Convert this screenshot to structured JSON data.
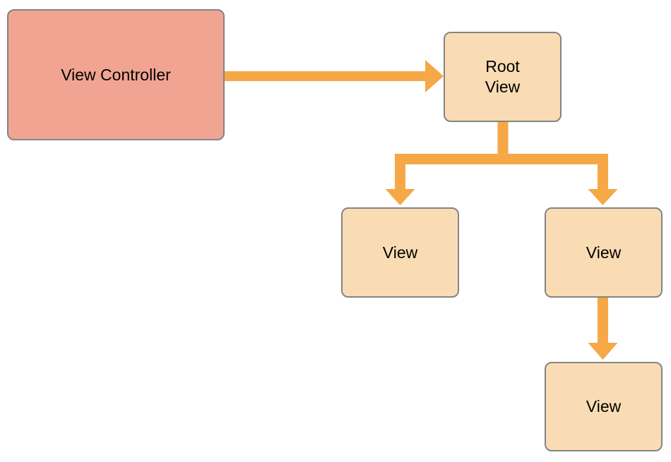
{
  "nodes": {
    "view_controller": {
      "label": "View Controller"
    },
    "root_view": {
      "label": "Root\nView"
    },
    "view_left": {
      "label": "View"
    },
    "view_right": {
      "label": "View"
    },
    "view_bottom": {
      "label": "View"
    }
  },
  "edges": [
    {
      "from": "View Controller",
      "to": "Root View"
    },
    {
      "from": "Root View",
      "to": "View (left)"
    },
    {
      "from": "Root View",
      "to": "View (right)"
    },
    {
      "from": "View (right)",
      "to": "View (bottom)"
    }
  ],
  "colors": {
    "controller_fill": "#F2A492",
    "view_fill": "#FADCB4",
    "arrow": "#F5A845",
    "node_border": "#848484",
    "text": "#000000",
    "background": "#FFFFFF"
  }
}
